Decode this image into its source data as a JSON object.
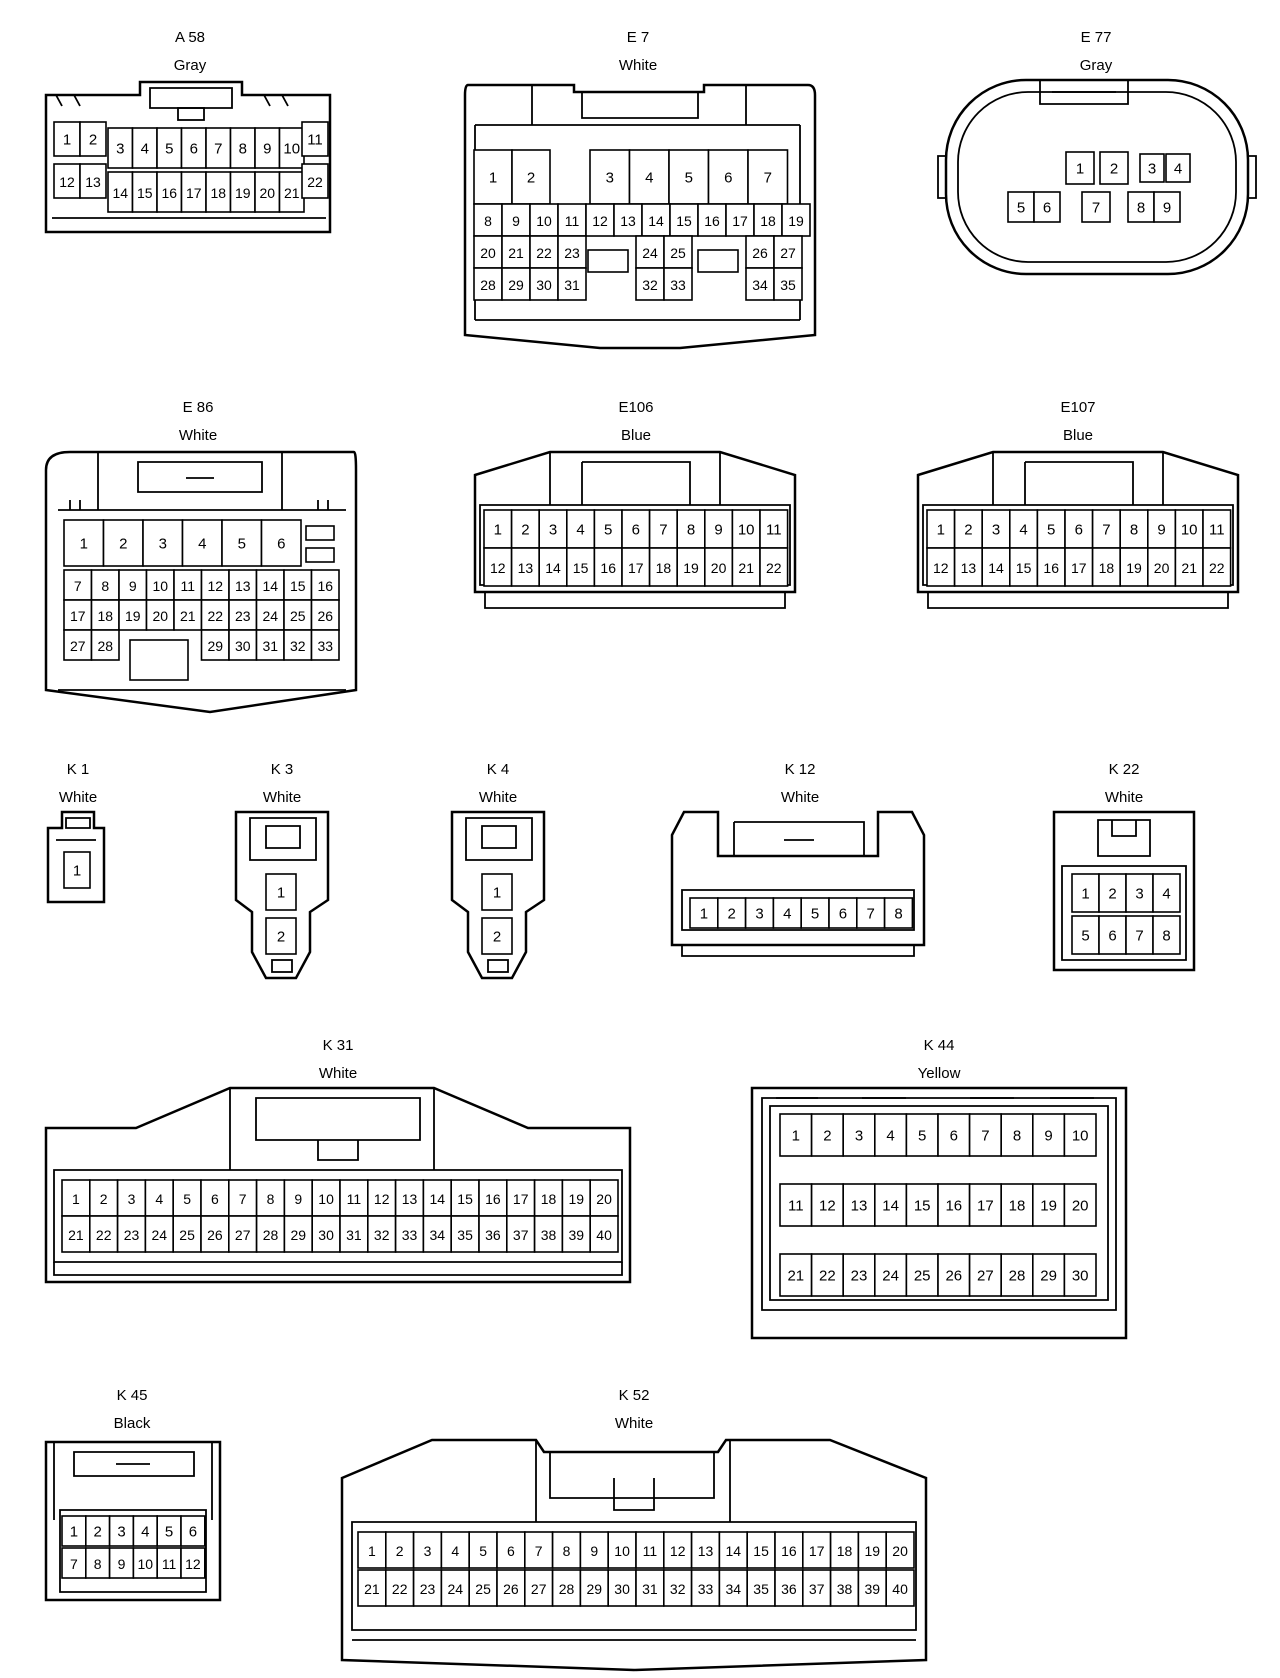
{
  "connectors": [
    {
      "id": "A58",
      "name": "A 58",
      "color": "Gray"
    },
    {
      "id": "E7",
      "name": "E 7",
      "color": "White"
    },
    {
      "id": "E77",
      "name": "E 77",
      "color": "Gray"
    },
    {
      "id": "E86",
      "name": "E 86",
      "color": "White"
    },
    {
      "id": "E106",
      "name": "E106",
      "color": "Blue"
    },
    {
      "id": "E107",
      "name": "E107",
      "color": "Blue"
    },
    {
      "id": "K1",
      "name": "K 1",
      "color": "White"
    },
    {
      "id": "K3",
      "name": "K 3",
      "color": "White"
    },
    {
      "id": "K4",
      "name": "K 4",
      "color": "White"
    },
    {
      "id": "K12",
      "name": "K 12",
      "color": "White"
    },
    {
      "id": "K22",
      "name": "K 22",
      "color": "White"
    },
    {
      "id": "K31",
      "name": "K 31",
      "color": "White"
    },
    {
      "id": "K44",
      "name": "K 44",
      "color": "Yellow"
    },
    {
      "id": "K45",
      "name": "K 45",
      "color": "Black"
    },
    {
      "id": "K52",
      "name": "K 52",
      "color": "White"
    }
  ]
}
